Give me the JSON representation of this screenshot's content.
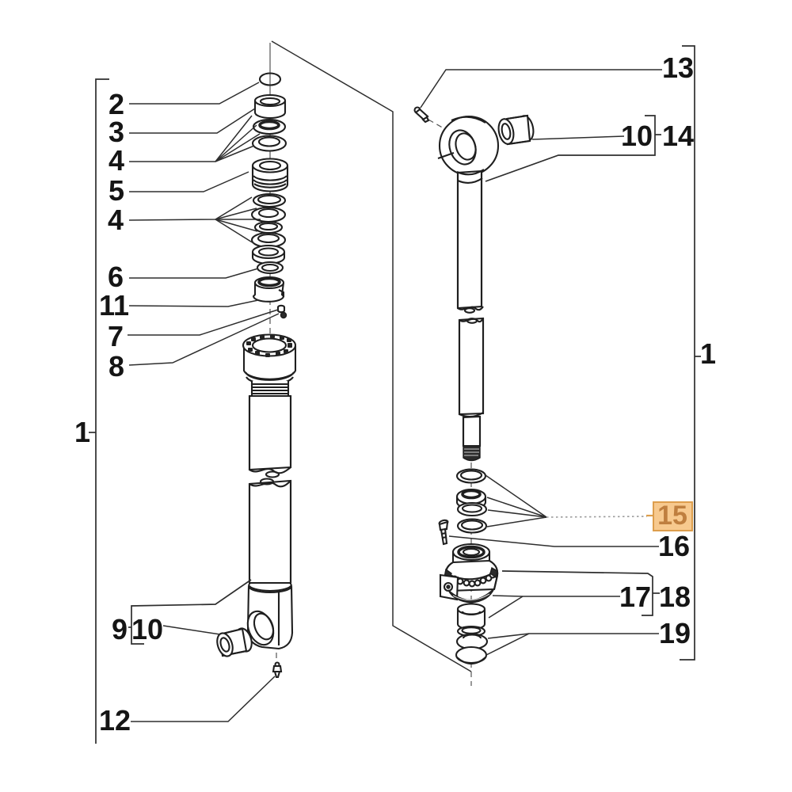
{
  "diagram": {
    "type": "exploded-parts-diagram",
    "subject": "hydraulic-cylinder-assembly",
    "background": "#ffffff",
    "line_color": "#1f1f1f",
    "part_numbers": {
      "1": "1",
      "2": "2",
      "3": "3",
      "4": "4",
      "5": "5",
      "6": "6",
      "7": "7",
      "8": "8",
      "9": "9",
      "10": "10",
      "11": "11",
      "12": "12",
      "13": "13",
      "14": "14",
      "15": "15",
      "16": "16",
      "17": "17",
      "18": "18",
      "19": "19"
    },
    "callouts": {
      "left_top_to_bottom": [
        "2",
        "3",
        "4",
        "5",
        "4",
        "6",
        "11",
        "7",
        "8",
        "1",
        "9",
        "10",
        "12"
      ],
      "right_top_to_bottom": [
        "13",
        "10",
        "14",
        "1",
        "15",
        "16",
        "17",
        "18",
        "19"
      ],
      "highlighted": "15"
    },
    "highlight": {
      "box_fill": "#f7c98e",
      "box_border": "#dd9e4d",
      "text_color": "#bf7f3f",
      "leader_color": "#9b9b9b"
    }
  }
}
